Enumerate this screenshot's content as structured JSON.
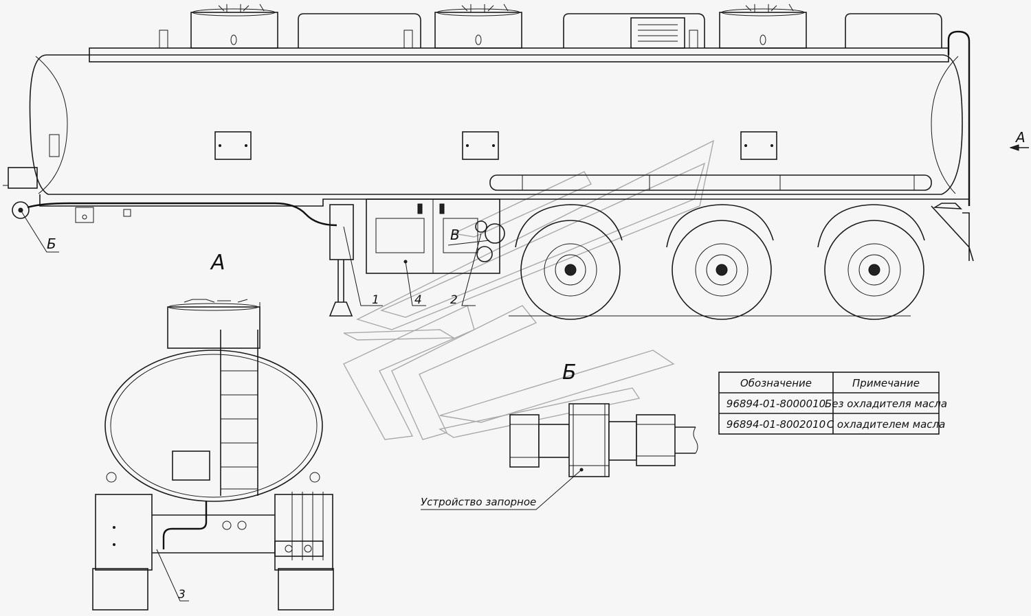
{
  "view_labels": {
    "view_a_arrow": "А",
    "view_a_title": "А",
    "view_b_callout": "Б",
    "view_b_title": "Б",
    "detail_v": "В"
  },
  "callouts": [
    "1",
    "4",
    "2",
    "3"
  ],
  "detail_b": {
    "caption": "Устройство запорное"
  },
  "spec_table": {
    "headers": [
      "Обозначение",
      "Примечание"
    ],
    "rows": [
      [
        "96894-01-8000010",
        "Без охладителя масла"
      ],
      [
        "96894-01-8002010",
        "С охладителем масла"
      ]
    ]
  },
  "colors": {
    "line": "#1a1a1a",
    "background": "#f6f6f6",
    "watermark": "#a9a9a9"
  }
}
